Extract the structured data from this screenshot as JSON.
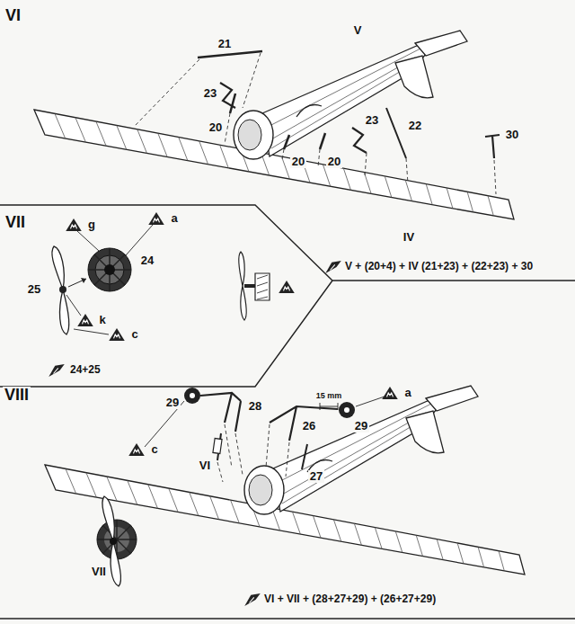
{
  "diagram": {
    "labels": [
      "VI",
      "21",
      "V",
      "23",
      "20",
      "20",
      "20",
      "23",
      "22",
      "30",
      "IV",
      "V + (20+4) + IV (21+23) + (22+23) + 30",
      "VII",
      "g",
      "a",
      "24",
      "25",
      "k",
      "c",
      "24+25",
      "VIII",
      "29",
      "28",
      "26",
      "15 mm",
      "29",
      "a",
      "c",
      "27",
      "VI",
      "VII",
      "VI + VII + (28+27+29) + (26+27+29)"
    ]
  }
}
